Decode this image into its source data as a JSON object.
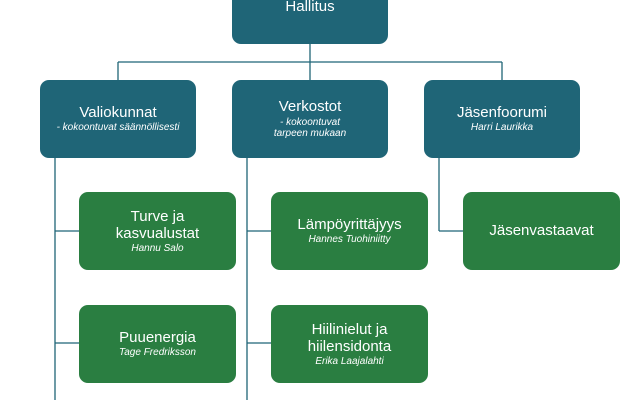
{
  "org": {
    "board": {
      "title": "Hallitus"
    },
    "committees": {
      "title": "Valiokunnat",
      "subtitle": "- kokoontuvat säännöllisesti"
    },
    "networks": {
      "title": "Verkostot",
      "subtitle": "- kokoontuvat tarpeen mukaan"
    },
    "forum": {
      "title": "Jäsenfoorumi",
      "subtitle": "Harri Laurikka"
    },
    "peat": {
      "title": "Turve ja kasvualustat",
      "subtitle": "Hannu Salo"
    },
    "wood": {
      "title": "Puuenergia",
      "subtitle": "Tage Fredriksson"
    },
    "heat": {
      "title": "Lämpöyrittäjyys",
      "subtitle": "Hannes Tuohiniitty"
    },
    "carbon": {
      "title": "Hiilinielut ja hiilensidonta",
      "subtitle": "Erika Laajalahti"
    },
    "members": {
      "title": "Jäsenvastaavat"
    }
  },
  "colors": {
    "primary": "#1f6577",
    "secondary": "#2a7e41",
    "connector": "#1f6577"
  }
}
